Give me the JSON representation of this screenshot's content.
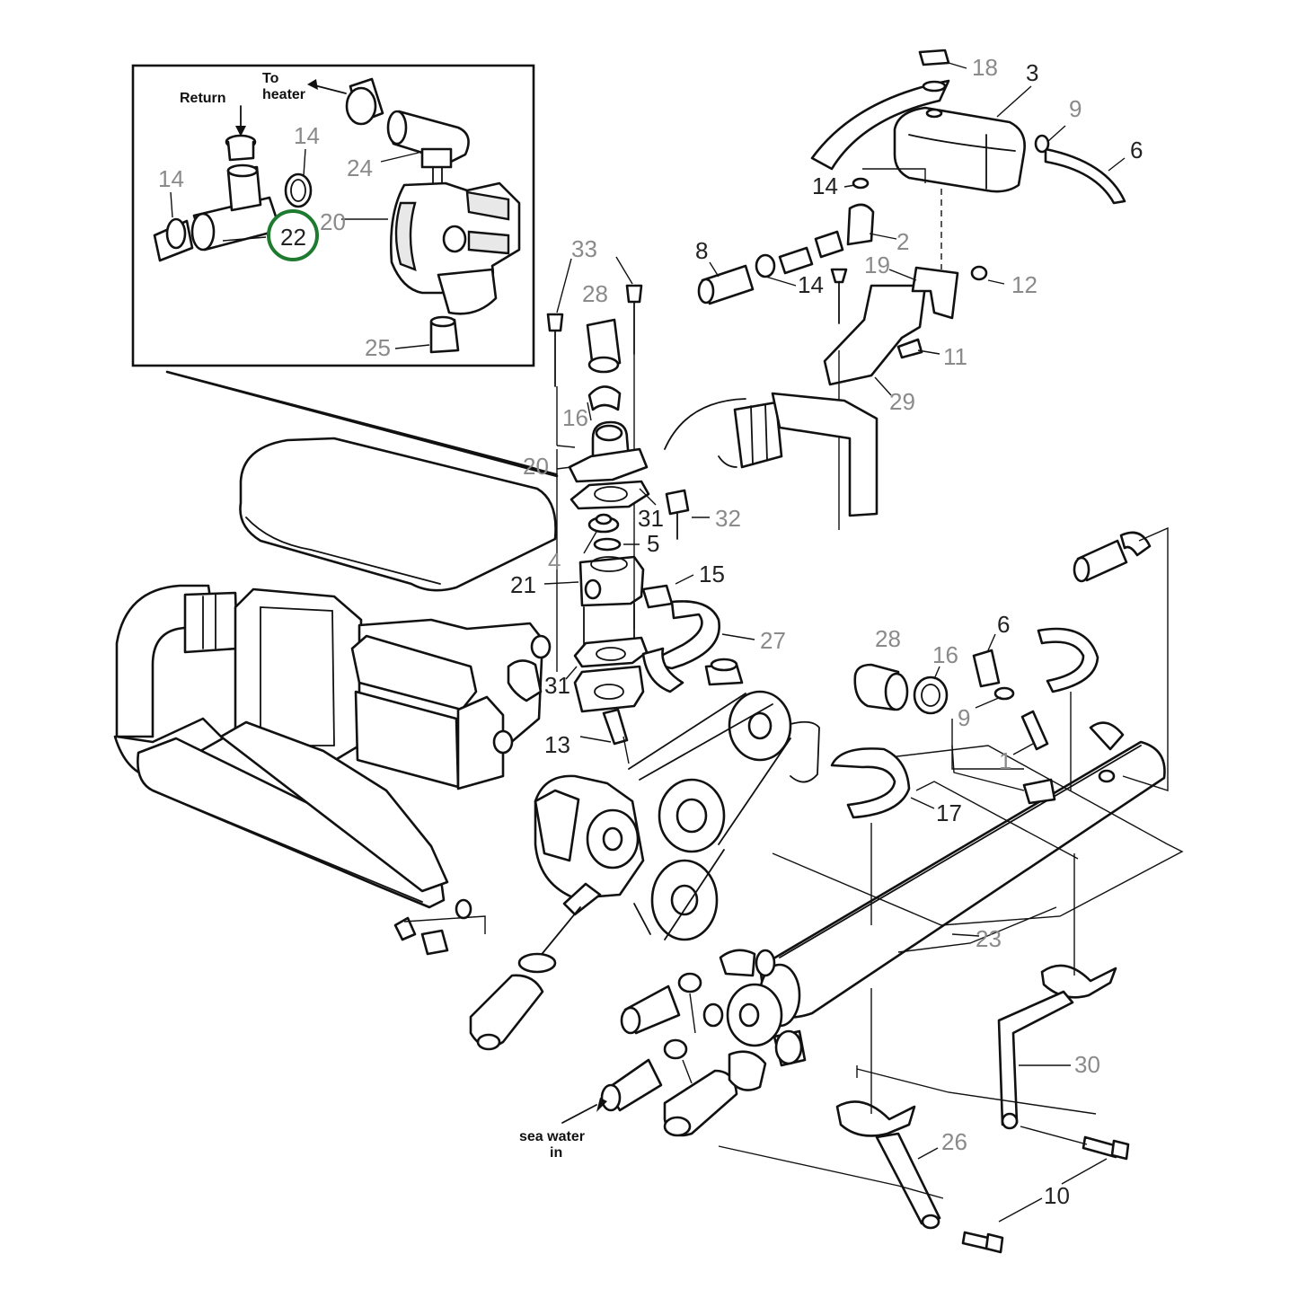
{
  "inset": {
    "return_label": "Return",
    "to_heater_line1": "To",
    "to_heater_line2": "heater"
  },
  "flow_labels": {
    "sea_water_line1": "sea water",
    "sea_water_line2": "in"
  },
  "highlight": {
    "part_number": "22",
    "ring_color": "#1e7a2e"
  },
  "part_labels": {
    "p14_inset_left": "14",
    "p14_inset_right": "14",
    "p24": "24",
    "p20_inset": "20",
    "p25": "25",
    "p18": "18",
    "p3": "3",
    "p9_top": "9",
    "p6_top": "6",
    "p14_top": "14",
    "p2": "2",
    "p8": "8",
    "p14_mid": "14",
    "p19": "19",
    "p12": "12",
    "p11": "11",
    "p29": "29",
    "p33": "33",
    "p28_top": "28",
    "p16_top": "16",
    "p20_main": "20",
    "p31_top": "31",
    "p32": "32",
    "p4": "4",
    "p5": "5",
    "p21": "21",
    "p15": "15",
    "p27": "27",
    "p31_bottom": "31",
    "p13": "13",
    "p28_right": "28",
    "p16_right": "16",
    "p6_right": "6",
    "p9_right": "9",
    "p1": "1",
    "p17": "17",
    "p23": "23",
    "p30": "30",
    "p26": "26",
    "p10": "10"
  }
}
